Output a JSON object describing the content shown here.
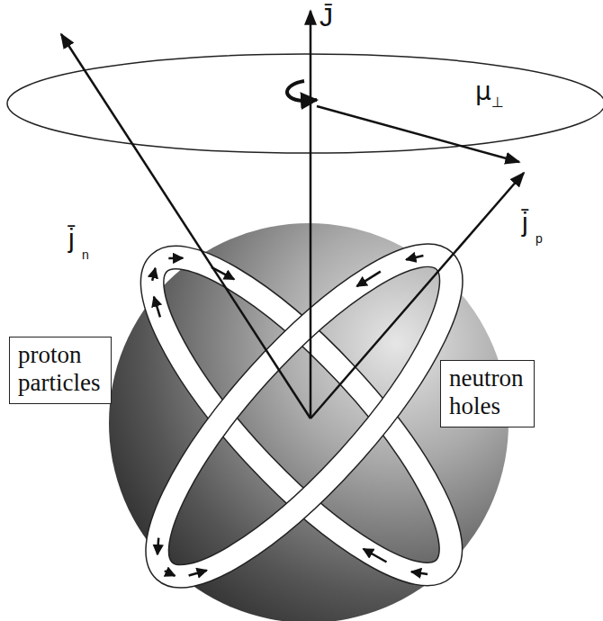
{
  "diagram": {
    "nodes": [
      {
        "text": [
          "proton particles"
        ]
      },
      {
        "text": [
          "neutron holes"
        ]
      }
    ],
    "labels": [
      "J̄",
      "j̄",
      "n",
      "j̄",
      "p",
      "μ",
      "⊥"
    ]
  }
}
